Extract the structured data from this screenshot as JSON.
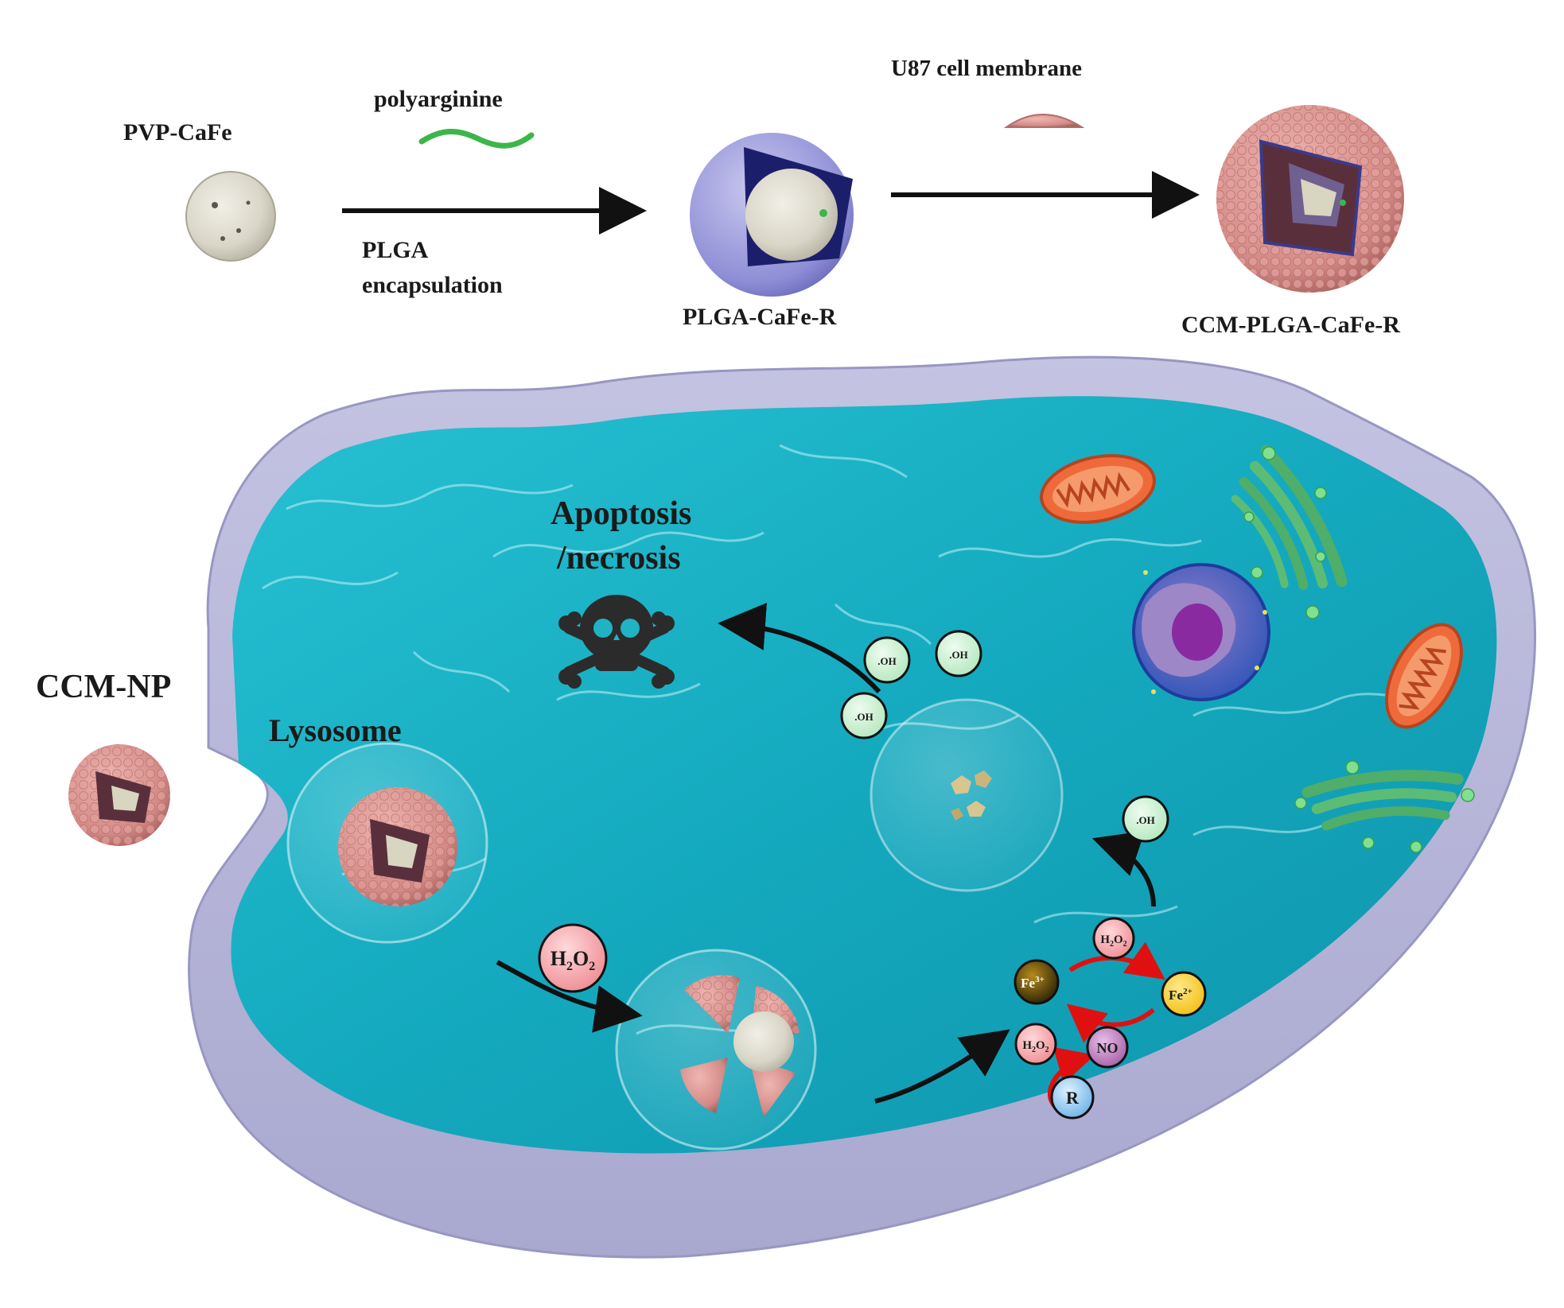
{
  "synthesis": {
    "core_label": "PVP-CaFe",
    "polymer_label": "polyarginine",
    "step1_label_line1": "PLGA",
    "step1_label_line2": "encapsulation",
    "intermediate_label": "PLGA-CaFe-R",
    "membrane_label": "U87 cell membrane",
    "product_label": "CCM-PLGA-CaFe-R"
  },
  "cell": {
    "outside_np_label": "CCM-NP",
    "lysosome_label": "Lysosome",
    "death_label_line1": "Apoptosis",
    "death_label_line2": "/necrosis"
  },
  "molecules": {
    "hydroxyl": ".OH",
    "h2o2_main": "H",
    "h2o2_sub": "2",
    "h2o2_o": "O",
    "fe3": "Fe",
    "fe3_charge": "3+",
    "fe2": "Fe",
    "fe2_charge": "2+",
    "no": "NO",
    "r": "R"
  },
  "colors": {
    "cytoplasm": "#1fb3c4",
    "membrane": "#b7b6d6",
    "plga_shell": "#8f8fd6",
    "ccm_pink": "#d98f8f",
    "core": "#dcd9cc",
    "polyarginine": "#3cb64a",
    "reaction_arrow": "#e01010",
    "hydroxyl_fill": "#c9efcf"
  }
}
